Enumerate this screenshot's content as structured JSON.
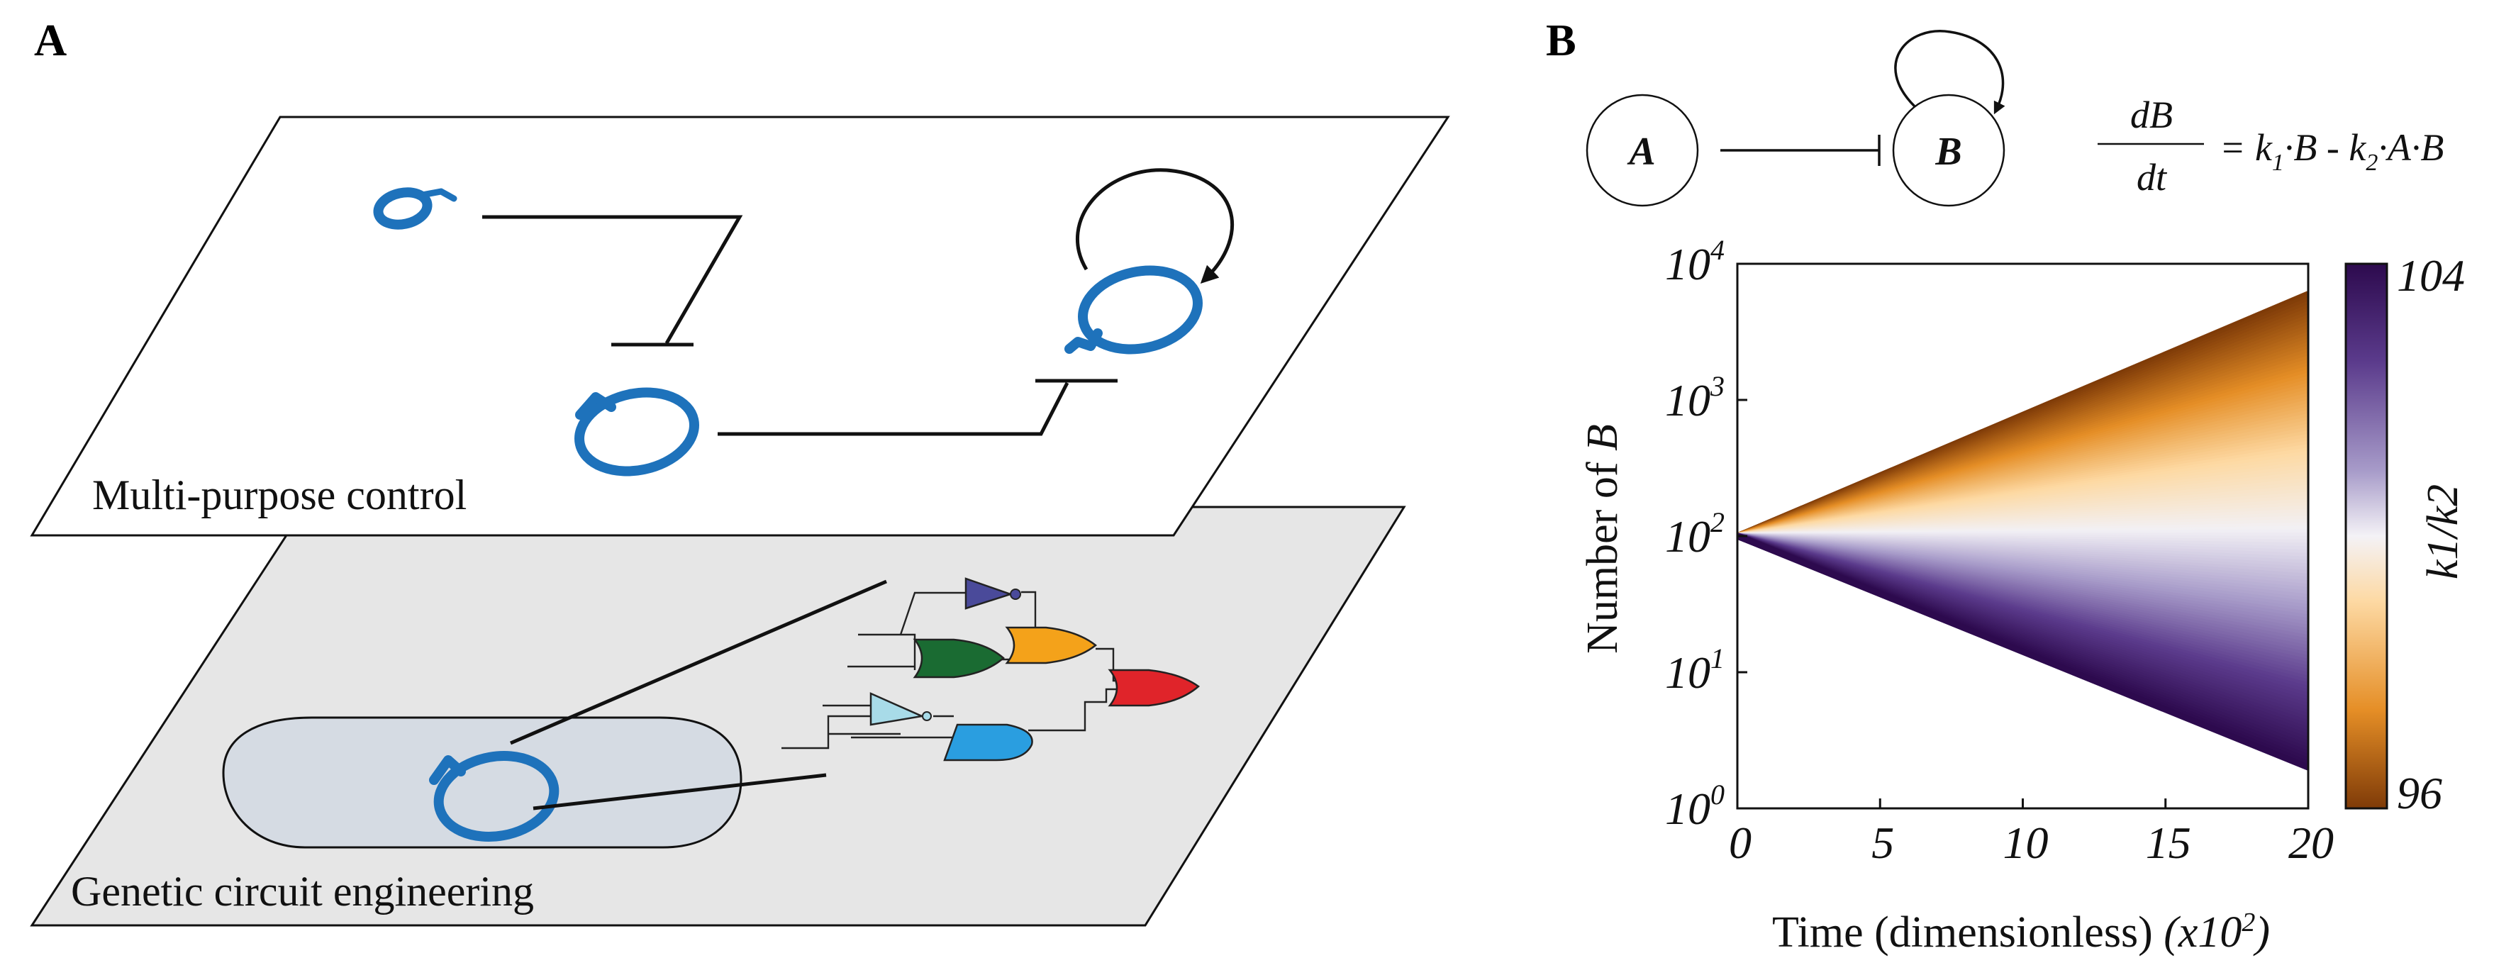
{
  "panel_a": {
    "letter": "A",
    "top_plane_label": "Multi-purpose control",
    "bottom_plane_label": "Genetic circuit engineering",
    "colors": {
      "plasmid": "#1e72bb",
      "top_plane": "#ffffff",
      "bottom_plane": "#e6e6e6",
      "cell": "#d5dbe3",
      "gate_navy": "#4a4a9a",
      "gate_green": "#1a6b32",
      "gate_orange": "#f4a21a",
      "gate_red": "#e0242a",
      "gate_lightblue": "#a8dbe8",
      "gate_blue": "#2a9ee0"
    }
  },
  "panel_b": {
    "letter": "B",
    "node_a": "A",
    "node_b": "B",
    "equation": {
      "numerator": "dB",
      "denominator": "dt",
      "rhs_parts": [
        "= k",
        "1",
        "·B - k",
        "2",
        "·A·B"
      ]
    },
    "colorbar": {
      "label": "k1/k2",
      "max_label": "104",
      "min_label": "96",
      "colors_top_to_bottom": [
        "#2d0a4e",
        "#5b3b8c",
        "#a79bc9",
        "#f2f0f5",
        "#fdd9a3",
        "#e58e26",
        "#7f3b08"
      ]
    }
  },
  "chart_data": {
    "type": "line",
    "xlabel": "Time (dimensionless)",
    "xlabel_unit": "(x10",
    "xlabel_unit_exp": "2",
    "xlabel_unit_close": ")",
    "ylabel": "Number of",
    "ylabel_var": "B",
    "x_ticks": [
      "0",
      "5",
      "10",
      "15",
      "20"
    ],
    "y_tick_base": "10",
    "y_tick_exps": [
      "0",
      "1",
      "2",
      "3",
      "4"
    ],
    "xlim": [
      0,
      20
    ],
    "ylim": [
      1,
      10000
    ],
    "y_scale": "log",
    "series_family": {
      "parameter": "k1/k2",
      "parameter_range": [
        96,
        104
      ],
      "initial_value": 100,
      "final_value_range": [
        2,
        6000
      ],
      "description_of_shape": "straight lines on log scale fanning out from 100 at t=0"
    }
  }
}
